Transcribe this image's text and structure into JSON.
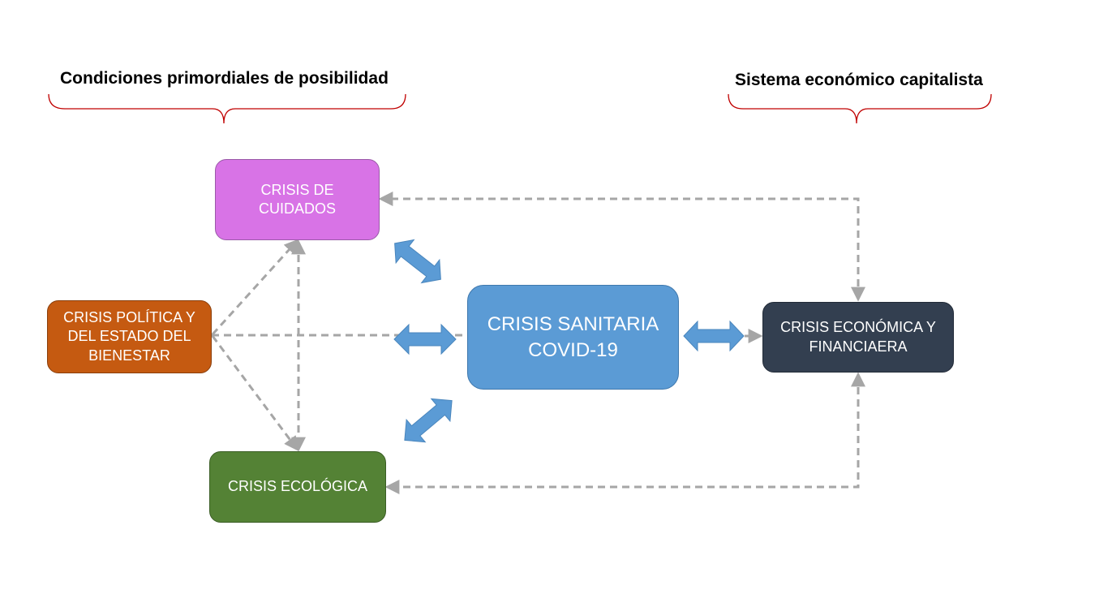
{
  "headings": {
    "left": "Condiciones primordiales de posibilidad",
    "right": "Sistema económico capitalista"
  },
  "boxes": {
    "cuidados": {
      "line1": "CRISIS DE",
      "line2": "CUIDADOS"
    },
    "politica": {
      "line1": "CRISIS POLÍTICA Y",
      "line2": "DEL ESTADO DEL",
      "line3": "BIENESTAR"
    },
    "ecologica": {
      "line1": "CRISIS ECOLÓGICA"
    },
    "sanitaria": {
      "line1": "CRISIS SANITARIA",
      "line2": "COVID-19"
    },
    "economica": {
      "line1": "CRISIS ECONÓMICA Y",
      "line2": "FINANCIAERA"
    }
  },
  "colors": {
    "cuidados": "#d873e6",
    "politica": "#c55a11",
    "ecologica": "#548235",
    "sanitaria": "#5b9bd5",
    "economica": "#333f50",
    "brace": "#c00000",
    "dashed": "#a6a6a6",
    "double_arrow": "#5b9bd5"
  }
}
